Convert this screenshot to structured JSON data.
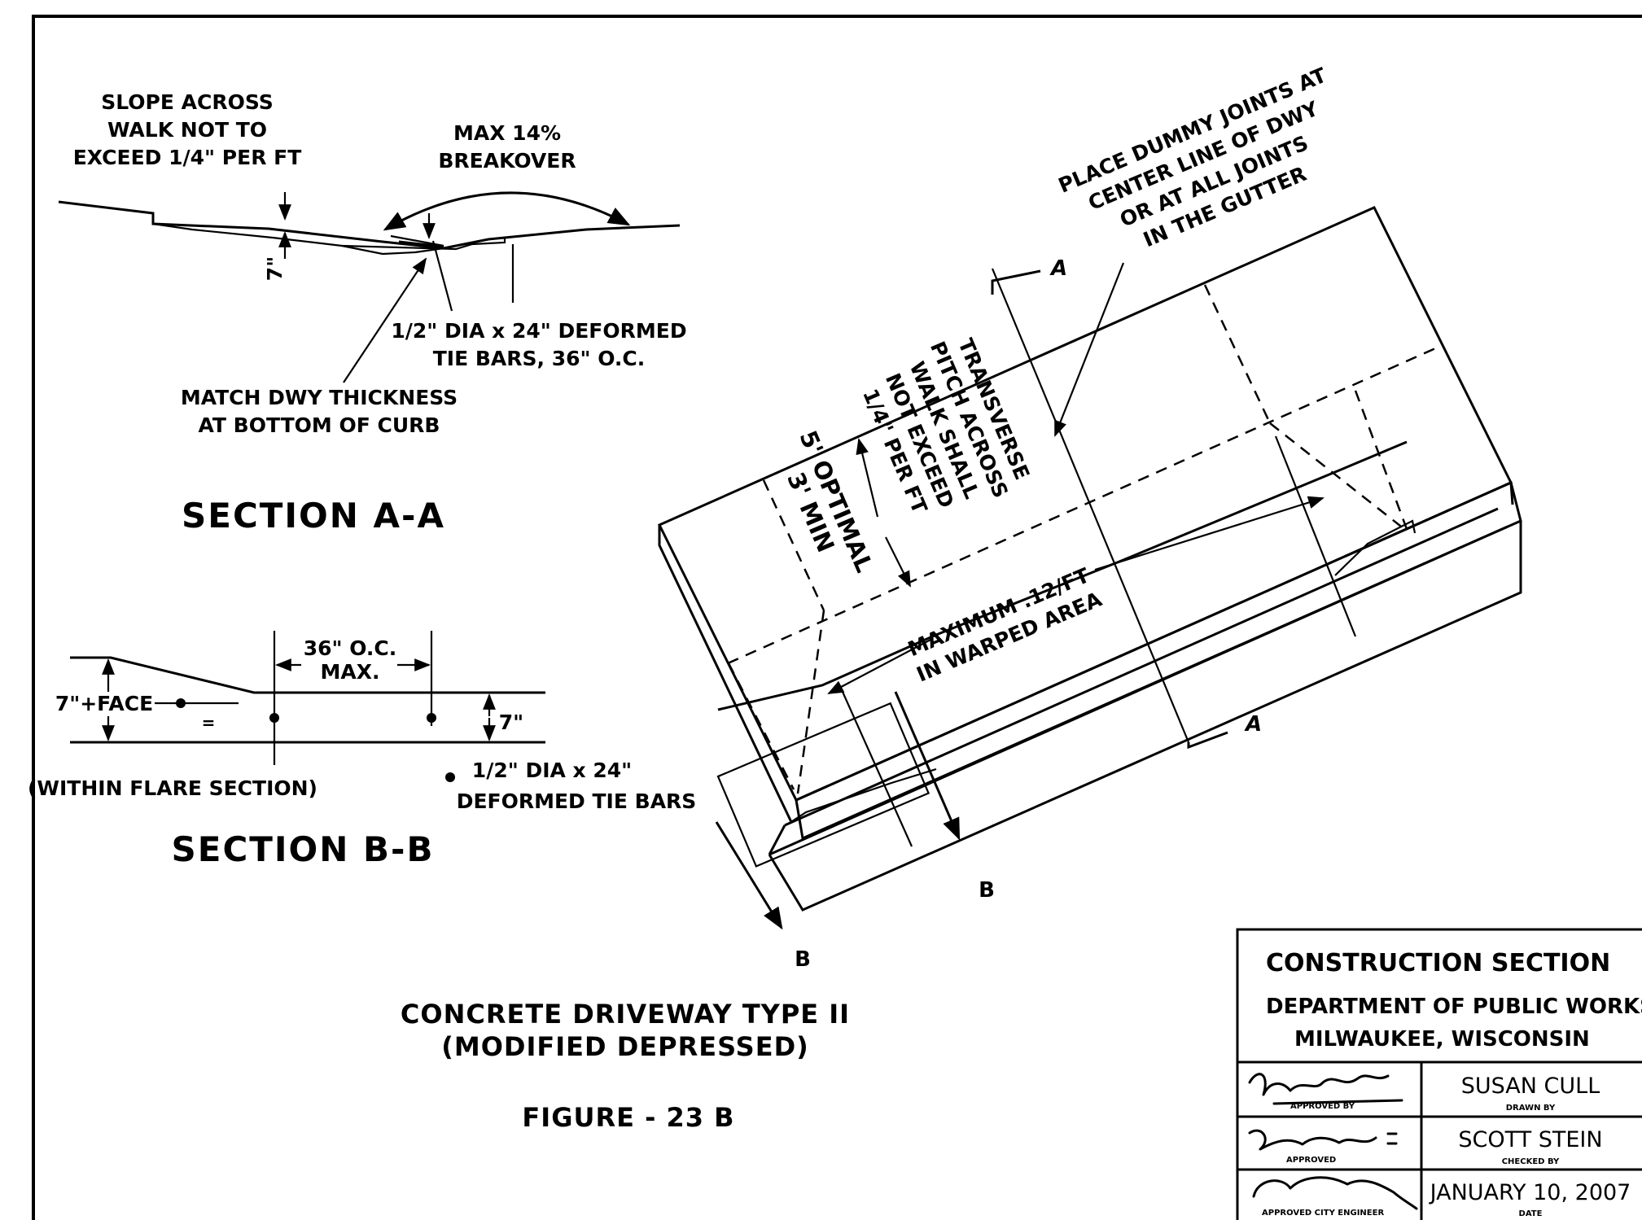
{
  "section_aa": {
    "note_slope": [
      "SLOPE ACROSS",
      "WALK NOT TO",
      "EXCEED 1/4\" PER FT"
    ],
    "note_breakover": [
      "MAX 14%",
      "BREAKOVER"
    ],
    "dim_label": "7\"",
    "note_tie_bars": [
      "1/2\" DIA x 24\" DEFORMED",
      "TIE BARS, 36\" O.C."
    ],
    "note_match": [
      "MATCH DWY THICKNESS",
      "AT BOTTOM OF CURB"
    ],
    "title": "SECTION A-A"
  },
  "section_bb": {
    "dim_spacing": [
      "36\" O.C.",
      "MAX."
    ],
    "face_label": "7\"+FACE",
    "thickness_label": "7\"",
    "flare_note": "(WITHIN FLARE SECTION)",
    "tie_bar_note": [
      "1/2\" DIA x 24\"",
      "DEFORMED TIE BARS"
    ],
    "title": "SECTION B-B"
  },
  "iso": {
    "note_dummy": [
      "PLACE DUMMY JOINTS AT",
      "CENTER LINE OF DWY",
      "OR AT ALL JOINTS",
      "IN THE GUTTER"
    ],
    "note_pitch": [
      "TRANSVERSE",
      "PITCH ACROSS",
      "WALK SHALL",
      "NOT EXCEED",
      "1/4\" PER FT"
    ],
    "note_width": [
      "5' OPTIMAL",
      "3' MIN"
    ],
    "note_warp": [
      "MAXIMUM .12/FT",
      "IN WARPED AREA"
    ],
    "cut_a": "A",
    "cut_b": "B"
  },
  "figure": {
    "title_1": "CONCRETE DRIVEWAY TYPE II",
    "title_2": "(MODIFIED DEPRESSED)",
    "number": "FIGURE - 23 B"
  },
  "title_block": {
    "heading": "CONSTRUCTION SECTION",
    "dept": "DEPARTMENT OF PUBLIC WORKS",
    "city": "MILWAUKEE, WISCONSIN",
    "rows": [
      {
        "sign_caption": "APPROVED BY",
        "value": "SUSAN CULL",
        "caption": "DRAWN BY"
      },
      {
        "sign_caption": "APPROVED",
        "value": "SCOTT STEIN",
        "caption": "CHECKED BY"
      },
      {
        "sign_caption": "APPROVED CITY ENGINEER",
        "value": "JANUARY 10, 2007",
        "caption": "DATE"
      }
    ]
  }
}
